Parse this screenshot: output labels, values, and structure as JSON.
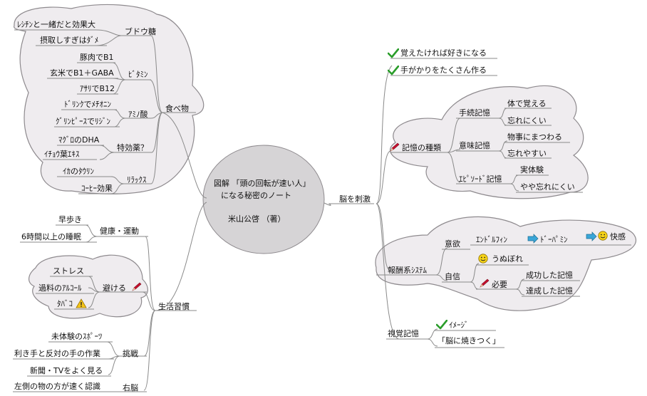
{
  "central": {
    "line1": "図解 「頭の回転が速い人」",
    "line2": "になる秘密のノート",
    "line3": "米山公啓 （著）"
  },
  "colors": {
    "cloud_fill": "#efecef",
    "cloud_stroke": "#8e8a8e",
    "central_fill": "#d6d4d6",
    "line": "#8a8a8a"
  },
  "left": {
    "food": {
      "label": "食べ物",
      "budou": {
        "label": "ブドウ糖",
        "items": [
          "ﾚｼﾁﾝと一緒だと効果大",
          "摂取しすぎはﾀﾞﾒ"
        ]
      },
      "vitamin": {
        "label": "ﾋﾞﾀﾐﾝ",
        "items": [
          "豚肉でB1",
          "玄米でB1＋GABA",
          "ｱｻﾘでB12"
        ]
      },
      "amino": {
        "label": "ｱﾐﾉ酸",
        "items": [
          "ﾄﾞﾘﾝｸでﾒﾁｵﾆﾝ",
          "ｸﾞﾘﾝﾋﾟｰｽでﾘｼﾞﾝ"
        ]
      },
      "tokkou": {
        "label": "特効薬？",
        "items": [
          "ﾏｸﾞﾛのDHA",
          "ｲﾁｮｳ葉ｴｷｽ"
        ]
      },
      "relax": {
        "label": "ﾘﾗｯｸｽ",
        "items": [
          "ｲｶのﾀｳﾘﾝ",
          "ｺｰﾋｰ効果"
        ]
      }
    },
    "life": {
      "label": "生活習慣",
      "health": {
        "label": "健康・運動",
        "items": [
          "早歩き",
          "6時間以上の睡眠"
        ]
      },
      "avoid": {
        "label": "避ける",
        "items": [
          "ストレス",
          "過料のｱﾙｺｰﾙ",
          "ﾀﾊﾞｺ"
        ]
      },
      "challenge": {
        "label": "挑戦",
        "items": [
          "未体験のｽﾎﾟｰﾂ",
          "利き手と反対の手の作業",
          "新聞・TVをよく見る"
        ]
      },
      "right_brain": {
        "label": "右脳",
        "items": [
          "左側の物の方が速く認識"
        ]
      }
    }
  },
  "right": {
    "label": "脳を刺激",
    "top_items": [
      "覚えたければ好きになる",
      "手がかりをたくさん作る"
    ],
    "memory": {
      "label": "記憶の種類",
      "procedural": {
        "label": "手続記憶",
        "items": [
          "体で覚える",
          "忘れにくい"
        ]
      },
      "semantic": {
        "label": "意味記憶",
        "items": [
          "物事にまつわる",
          "忘れやすい"
        ]
      },
      "episodic": {
        "label": "ｴﾋﾟｿｰﾄﾞ記憶",
        "items": [
          "実体験",
          "やや忘れにくい"
        ]
      }
    },
    "reward": {
      "label": "報酬系ｼｽﾃﾑ",
      "desire": {
        "label": "意欲",
        "chain": [
          "ｴﾝﾄﾞﾙﾌｨﾝ",
          "ﾄﾞｰﾊﾟﾐﾝ",
          "快感"
        ]
      },
      "confidence": {
        "label": "自信",
        "unubore": "うぬぼれ",
        "need": {
          "label": "必要",
          "items": [
            "成功した記憶",
            "達成した記憶"
          ]
        }
      }
    },
    "visual": {
      "label": "視覚記憶",
      "items": [
        "ｲﾒｰｼﾞ",
        "「脳に焼きつく」"
      ]
    }
  },
  "icons": {
    "check": "check-icon",
    "pencil": "pencil-icon",
    "warning": "warning-icon",
    "arrow": "arrow-right-icon",
    "smiley": "smiley-icon"
  }
}
